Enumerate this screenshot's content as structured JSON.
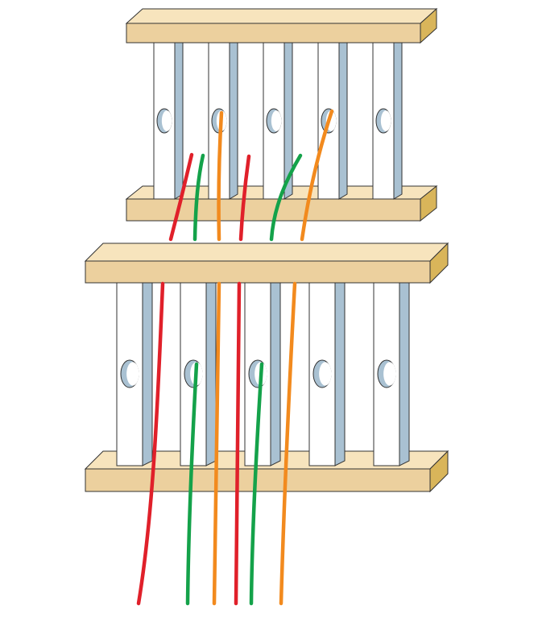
{
  "colors": {
    "wood_front": "#f5dfb0",
    "wood_top": "#f7e4bd",
    "wood_side": "#d9b55a",
    "wood_bottom_front": "#ecd09e",
    "slat_face": "#ffffff",
    "slat_side": "#a9c1d2",
    "hole": "#a9c1d2",
    "outline": "#333333",
    "wire_red": "#e0202a",
    "wire_green": "#14a24a",
    "wire_orange": "#f28a1e"
  },
  "frames": [
    {
      "name": "upper-heddle-frame",
      "slat_count": 5
    },
    {
      "name": "lower-heddle-frame",
      "slat_count": 5
    }
  ],
  "wires": [
    {
      "color_key": "wire_red"
    },
    {
      "color_key": "wire_green"
    },
    {
      "color_key": "wire_orange"
    },
    {
      "color_key": "wire_red"
    },
    {
      "color_key": "wire_green"
    },
    {
      "color_key": "wire_orange"
    }
  ]
}
